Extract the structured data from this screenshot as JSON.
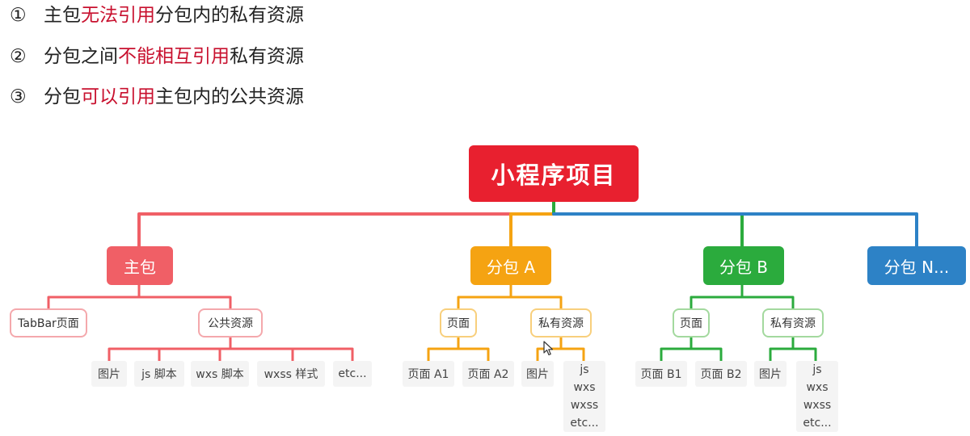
{
  "rules": [
    {
      "num": "①",
      "parts": [
        {
          "t": "主包",
          "hl": false
        },
        {
          "t": "无法引用",
          "hl": true
        },
        {
          "t": "分包内的私有资源",
          "hl": false
        }
      ]
    },
    {
      "num": "②",
      "parts": [
        {
          "t": "分包之间",
          "hl": false
        },
        {
          "t": "不能相互引用",
          "hl": true
        },
        {
          "t": "私有资源",
          "hl": false
        }
      ]
    },
    {
      "num": "③",
      "parts": [
        {
          "t": "分包",
          "hl": false
        },
        {
          "t": "可以引用",
          "hl": true
        },
        {
          "t": "主包内的公共资源",
          "hl": false
        }
      ]
    }
  ],
  "colors": {
    "highlight": "#c8102e",
    "root": "#e8202f",
    "main": "#f05f66",
    "sub_a": "#f5a312",
    "sub_b": "#2bab3d",
    "sub_n": "#2d82c6"
  },
  "diagram": {
    "root": "小程序项目",
    "main": {
      "label": "主包",
      "tabbar": "TabBar页面",
      "common": "公共资源",
      "common_items": [
        "图片",
        "js 脚本",
        "wxs 脚本",
        "wxss 样式",
        "etc..."
      ]
    },
    "sub_a": {
      "label": "分包 A",
      "pages": "页面",
      "private": "私有资源",
      "page_items": [
        "页面 A1",
        "页面 A2"
      ],
      "private_items": [
        "图片",
        [
          "js",
          "wxs",
          "wxss",
          "etc..."
        ]
      ]
    },
    "sub_b": {
      "label": "分包 B",
      "pages": "页面",
      "private": "私有资源",
      "page_items": [
        "页面 B1",
        "页面 B2"
      ],
      "private_items": [
        "图片",
        [
          "js",
          "wxs",
          "wxss",
          "etc..."
        ]
      ]
    },
    "sub_n": {
      "label": "分包 N..."
    }
  }
}
